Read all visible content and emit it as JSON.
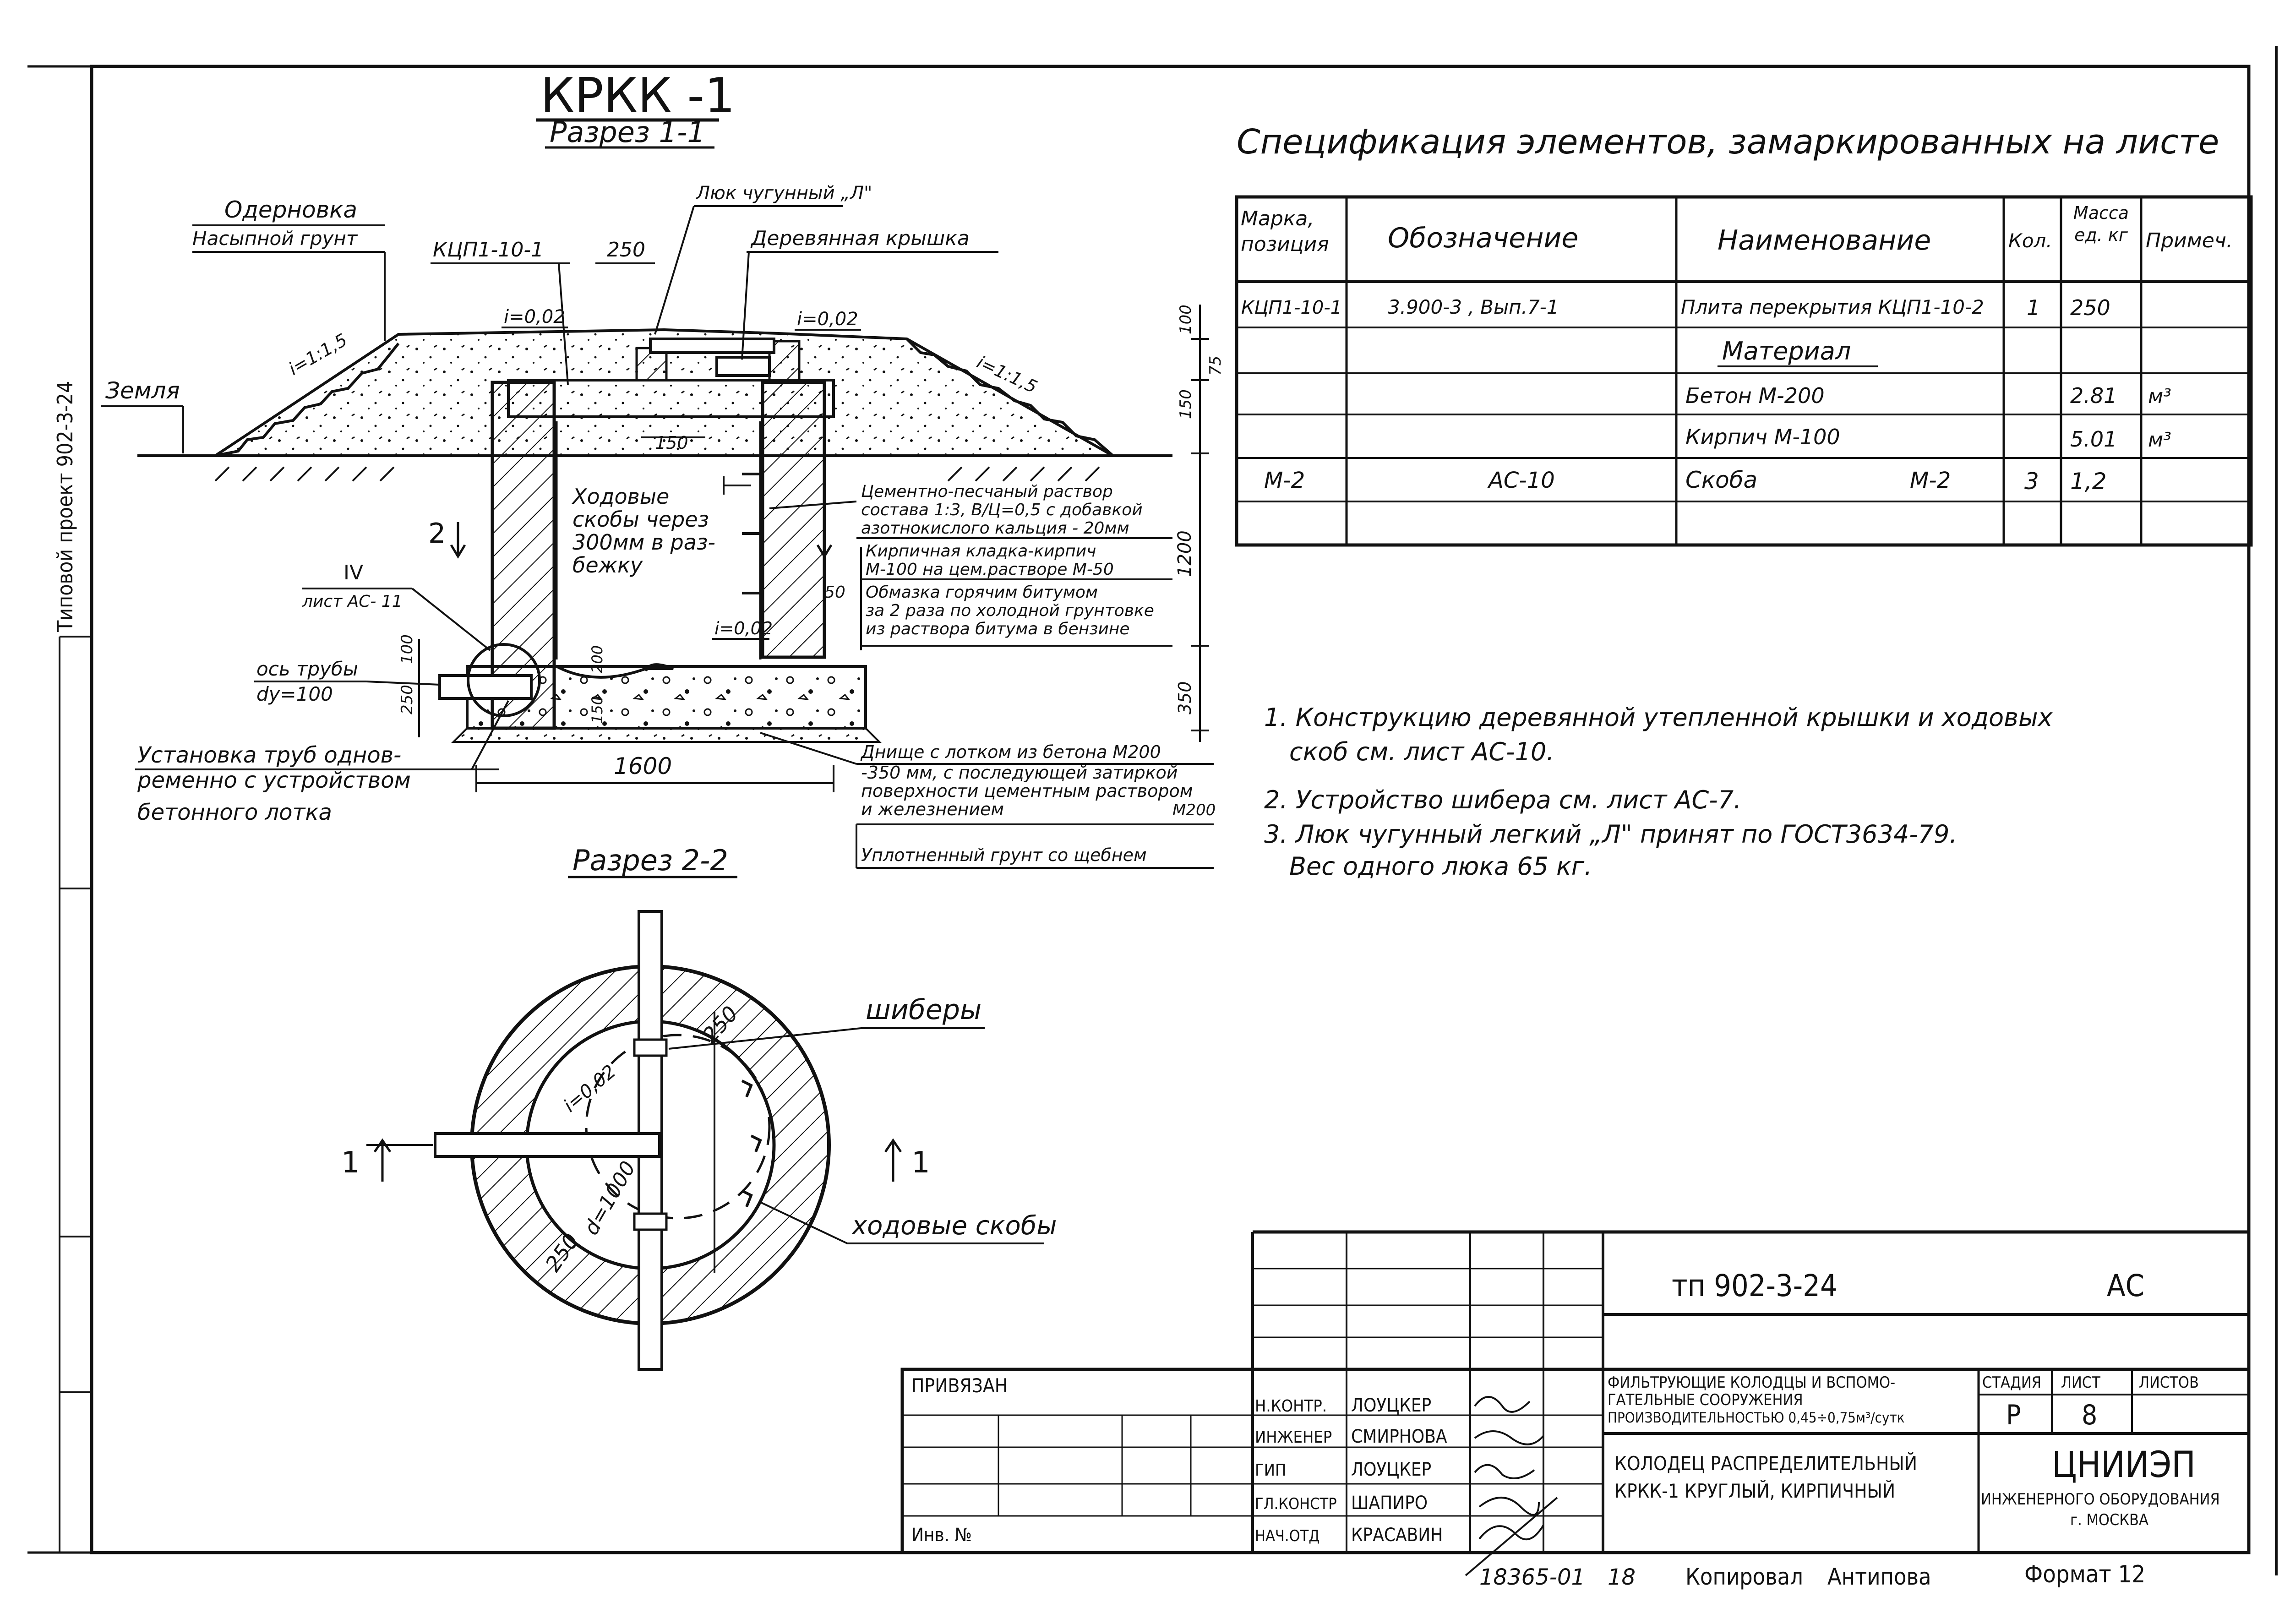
{
  "sheet": {
    "main_title": "КРКК -1",
    "section_1_title": "Разрез 1-1",
    "section_2_title": "Разрез 2-2",
    "left_margin_text": "Типовой проект 902-3-24"
  },
  "section_1": {
    "labels": {
      "oderovka": "Одерновка",
      "fill_soil": "Насыпной грунт",
      "slab_code": "КЦП1-10-1",
      "dim_250": "250",
      "hatch": "Люк чугунный „Л\"",
      "wooden_cover": "Деревянная крышка",
      "slope_i_002_left": "i=0,02",
      "slope_i_002_right": "i=0,02",
      "slope_15_left": "i=1:1,5",
      "slope_15_right": "i=1:1,5",
      "ground": "Земля",
      "dim_150": "150",
      "ladder_rungs_1": "Ходовые",
      "ladder_rungs_2": "скобы через",
      "ladder_rungs_3": "300мм в раз-",
      "ladder_rungs_4": "бежку",
      "detail_ref_num": "IV",
      "detail_ref_sheet": "лист АС- 11",
      "pipe_axis_1": "ось трубы",
      "pipe_axis_2": "dy=100",
      "pipe_install_1": "Установка труб однов-",
      "pipe_install_2": "ременно с устройством",
      "pipe_install_3": "бетонного лотка",
      "dim_1600": "1600",
      "dim_100": "100",
      "dim_75": "75",
      "dim_150_right": "150",
      "dim_1200": "1200",
      "dim_350": "350",
      "dim_50": "50",
      "dim_100_left": "100",
      "dim_250_left": "250",
      "dim_150_bottom": "150",
      "dim_200_bottom": "200",
      "bottom_slope": "i=0,02",
      "arrow_2": "2",
      "mortar_1": "Цементно-песчаный раствор",
      "mortar_2": "состава 1:3, В/Ц=0,5 с добавкой",
      "mortar_3": "азотнокислого кальция - 20мм",
      "brick_1": "Кирпичная кладка-кирпич",
      "brick_2": "М-100 на цем.растворе М-50",
      "bitumen_1": "Обмазка горячим битумом",
      "bitumen_2": "за 2 раза по холодной грунтовке",
      "bitumen_3": "из раствора битума в бензине",
      "bottom_1": "Днище с лотком из бетона М200",
      "bottom_2": "-350 мм, с последующей затиркой",
      "bottom_3": "поверхности цементным раствором",
      "bottom_4": "и железнением",
      "bottom_5": "М200",
      "compacted": "Уплотненный грунт со щебнем"
    }
  },
  "section_2": {
    "labels": {
      "gates": "шиберы",
      "rungs": "ходовые скобы",
      "dim_250_top": "250",
      "dim_250_bottom": "250",
      "diameter": "d=1000",
      "slope": "i=0,02",
      "cut_left": "1",
      "cut_right": "1"
    }
  },
  "spec": {
    "title": "Спецификация элементов, замаркированных на листе",
    "headers": {
      "mark": "Марка, позиция",
      "designation": "Обозначение",
      "name": "Наименование",
      "qty": "Кол.",
      "mass": "Масса ед. кг",
      "note": "Примеч."
    },
    "rows": [
      {
        "mark": "КЦП1-10-1",
        "designation": "3.900-3 , Вып.7-1",
        "name": "Плита перекрытия КЦП1-10-2",
        "qty": "1",
        "mass": "250",
        "note": ""
      },
      {
        "mark": "",
        "designation": "",
        "name": "Материал",
        "qty": "",
        "mass": "",
        "note": ""
      },
      {
        "mark": "",
        "designation": "",
        "name": "Бетон М-200",
        "qty": "",
        "mass": "2.81",
        "note": "м³"
      },
      {
        "mark": "",
        "designation": "",
        "name": "Кирпич М-100",
        "qty": "",
        "mass": "5.01",
        "note": "м³"
      },
      {
        "mark": "М-2",
        "designation": "АС-10",
        "name": "Скоба",
        "name2": "М-2",
        "qty": "3",
        "mass": "1,2",
        "note": ""
      },
      {
        "mark": "",
        "designation": "",
        "name": "",
        "qty": "",
        "mass": "",
        "note": ""
      }
    ]
  },
  "notes": [
    "1. Конструкцию деревянной утепленной крышки и ходовых",
    "скоб см. лист АС-10.",
    "2. Устройство шибера см. лист АС-7.",
    "3. Люк чугунный легкий „Л\" принят по ГОСТ3634-79.",
    "Вес одного люка 65 кг."
  ],
  "title_block": {
    "project_code": "тп 902-3-24",
    "mark": "АС",
    "bound": "ПРИВЯЗАН",
    "inv_no": "Инв. №",
    "roles": [
      {
        "role": "Н.КОНТР.",
        "name": "ЛОУЦКЕР"
      },
      {
        "role": "ИНЖЕНЕР",
        "name": "СМИРНОВА"
      },
      {
        "role": "ГИП",
        "name": "ЛОУЦКЕР"
      },
      {
        "role": "ГЛ.КОНСТР",
        "name": "ШАПИРО"
      },
      {
        "role": "НАЧ.ОТД",
        "name": "КРАСАВИН"
      }
    ],
    "project_name_1": "ФИЛЬТРУЮЩИЕ КОЛОДЦЫ И ВСПОМО-",
    "project_name_2": "ГАТЕЛЬНЫЕ СООРУЖЕНИЯ",
    "project_name_3": "ПРОИЗВОДИТЕЛЬНОСТЬЮ 0,45÷0,75м³/сутк",
    "sheet_name_1": "КОЛОДЕЦ РАСПРЕДЕЛИТЕЛЬНЫЙ",
    "sheet_name_2": "КРКК-1 КРУГЛЫЙ, КИРПИЧНЫЙ",
    "stage_label": "СТАДИЯ",
    "sheet_label": "ЛИСТ",
    "sheets_label": "ЛИСТОВ",
    "stage": "Р",
    "sheet": "8",
    "sheets": "",
    "org_1": "ЦНИИЭП",
    "org_2": "ИНЖЕНЕРНОГО ОБОРУДОВАНИЯ",
    "org_3": "г. МОСКВА",
    "copied": "Копировал",
    "copied_by": "Антипова",
    "format": "Формат 12",
    "archive_no": "18365-01",
    "archive_sheet": "18"
  }
}
